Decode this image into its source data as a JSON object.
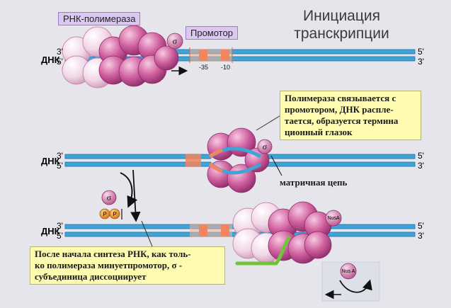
{
  "title": [
    "Инициация",
    "транскрипции"
  ],
  "labels": {
    "polymerase": "РНК-полимераза",
    "promoter": "Промотор",
    "dna": "ДНК",
    "end5": "5'",
    "end3": "3'",
    "minus35": "-35",
    "minus10": "-10",
    "sigma": "σ",
    "template_strand": "матричная цепь",
    "phosphate": "P",
    "nusa": "NusA",
    "nusa2": "Nus A"
  },
  "notes": {
    "binding": [
      "Полимераза связывается с",
      "промотором, ДНК распле-",
      "тается, образуется термина",
      "ционный  глазок"
    ],
    "release": [
      "После начала синтеза РНК, как толь-",
      "ко полимераза минуетпромотор, σ -",
      "субъединица диссоциирует"
    ]
  },
  "colors": {
    "dna": "#3fa5d6",
    "dna_dark": "#1f6fa3",
    "promoter": "#f2845e",
    "polymerase": "#c75a99",
    "polymerase_light": "#f0d4e4",
    "rna": "#72c33c",
    "note_bg": "#fffbb0",
    "tag_bg": "#dcc6f2"
  }
}
